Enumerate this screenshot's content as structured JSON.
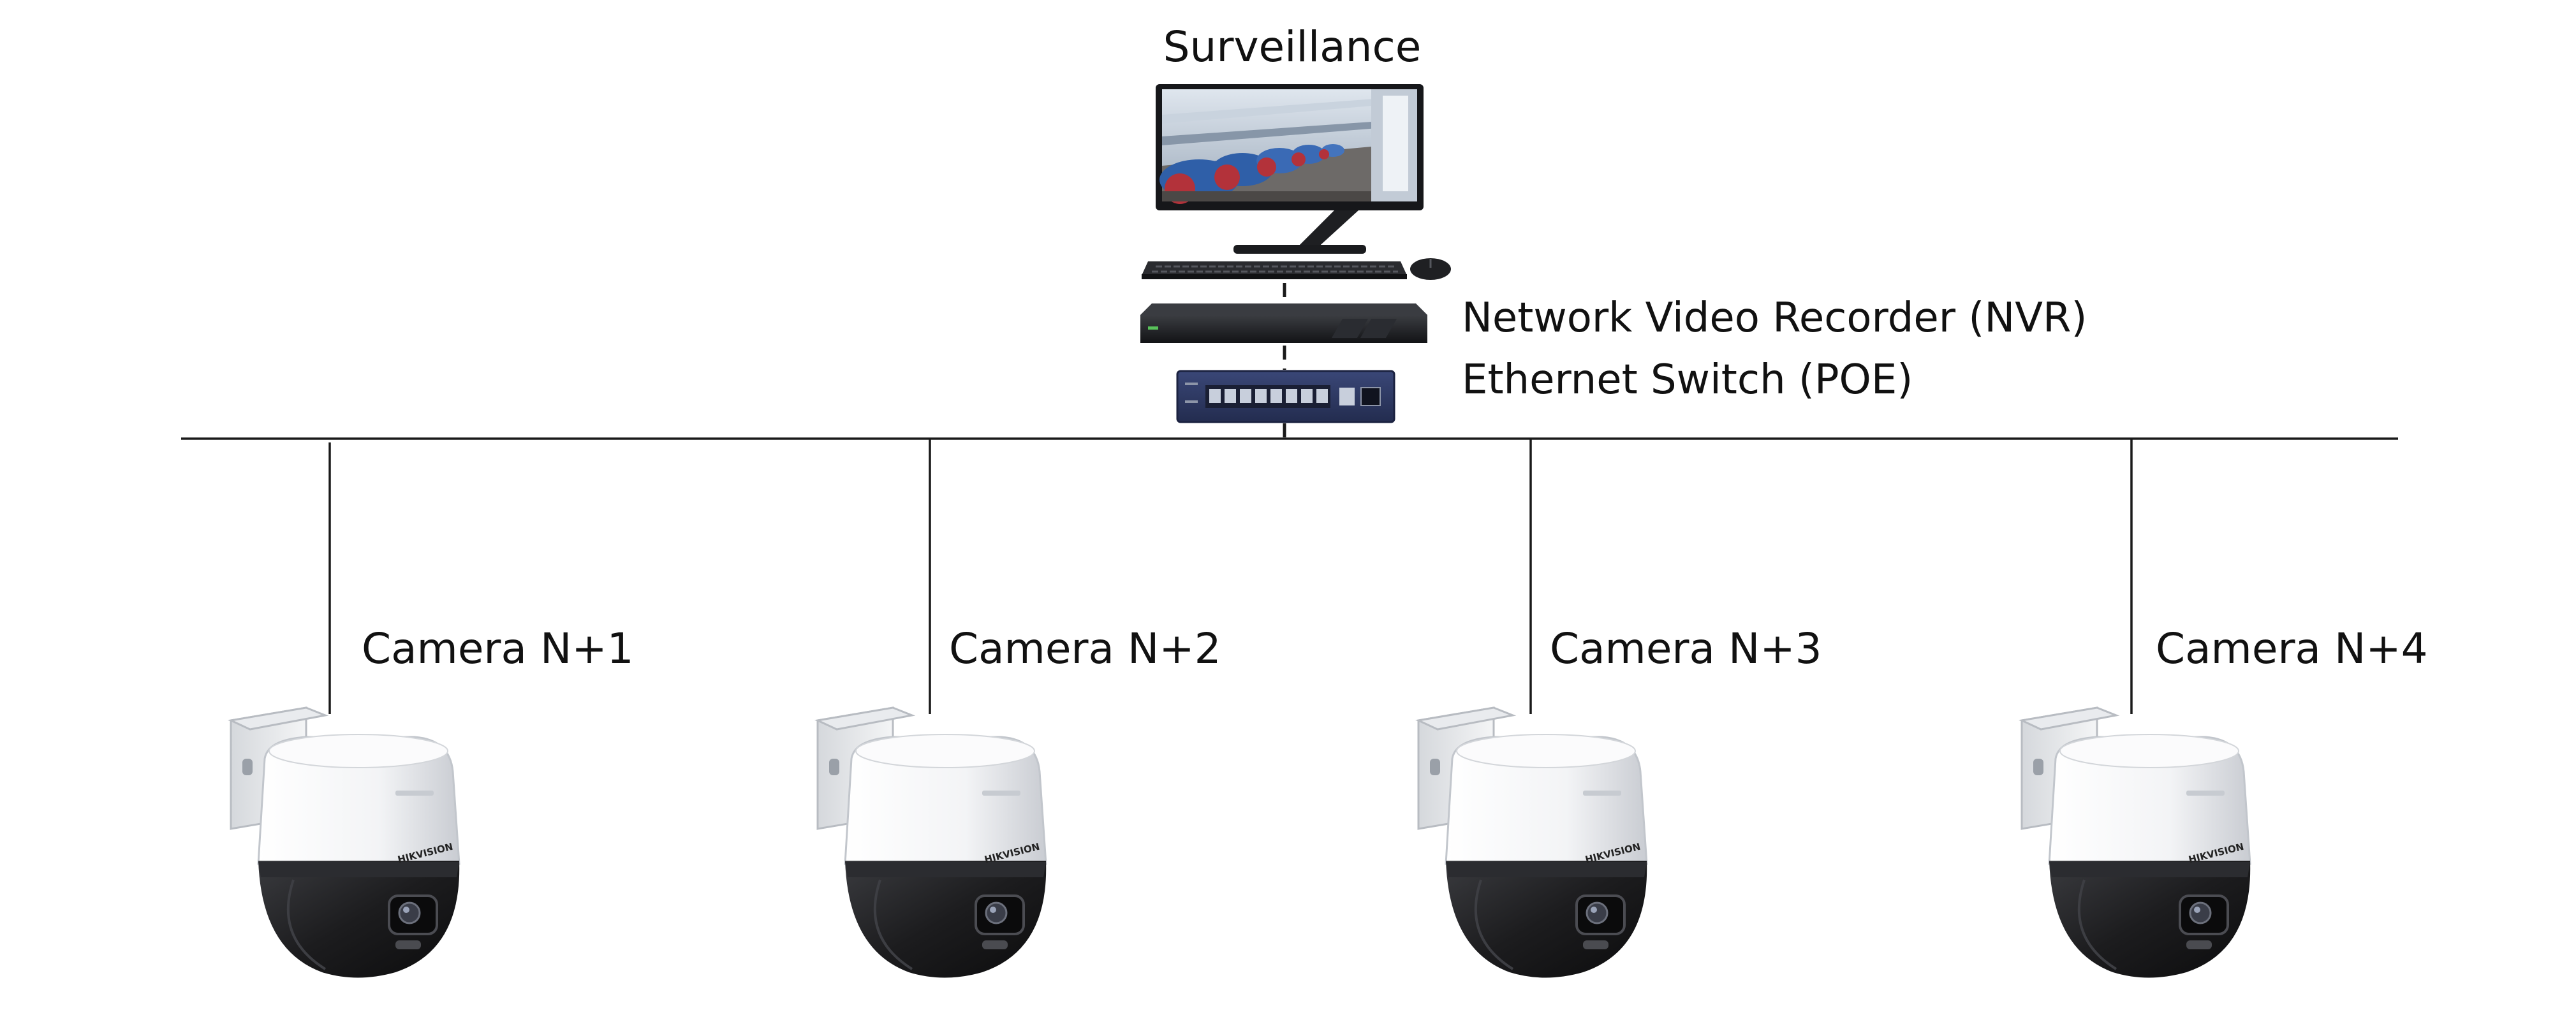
{
  "labels": {
    "surveillance": "Surveillance",
    "nvr": "Network Video Recorder (NVR)",
    "switch": "Ethernet Switch (POE)"
  },
  "cameras": [
    {
      "label": "Camera N+1",
      "brand": "HIKVISION"
    },
    {
      "label": "Camera N+2",
      "brand": "HIKVISION"
    },
    {
      "label": "Camera N+3",
      "brand": "HIKVISION"
    },
    {
      "label": "Camera N+4",
      "brand": "HIKVISION"
    }
  ],
  "colors": {
    "line": "#1a1a1a",
    "camera_white": "#f3f4f6",
    "camera_black": "#1c1c1e",
    "device_dark": "#1f2125",
    "switch_blue": "#2e3a66",
    "screen_blue": "#2f5fa8",
    "screen_red": "#b3323a"
  },
  "icons": {
    "computer": "desktop-computer-icon",
    "keyboard": "keyboard-icon",
    "mouse": "mouse-icon",
    "nvr": "nvr-box-icon",
    "switch": "ethernet-switch-icon",
    "camera": "ptz-dome-camera-icon"
  }
}
